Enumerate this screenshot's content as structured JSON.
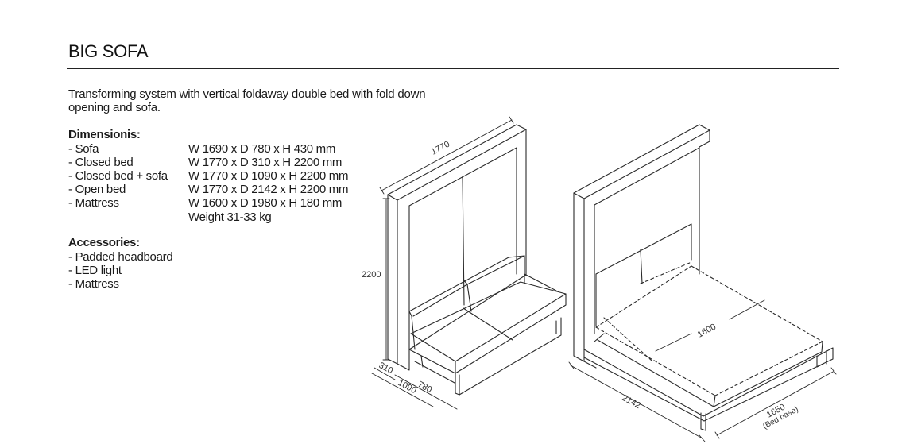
{
  "title": "BIG SOFA",
  "description": "Transforming system with vertical foldaway double bed with fold down opening and sofa.",
  "dimensions": {
    "heading": "Dimensionis:",
    "rows": [
      {
        "label": "- Sofa",
        "value": "W 1690 x D 780 x H 430 mm"
      },
      {
        "label": "- Closed bed",
        "value": "W 1770 x D 310 x H 2200 mm"
      },
      {
        "label": "- Closed bed + sofa",
        "value": "W 1770 x D 1090 x H 2200 mm"
      },
      {
        "label": "- Open bed",
        "value": "W 1770 x D 2142 x H 2200 mm"
      },
      {
        "label": "- Mattress",
        "value": "W 1600 x D 1980 x H 180 mm"
      }
    ],
    "weight": "Weight 31-33 kg"
  },
  "accessories": {
    "heading": "Accessories:",
    "items": [
      "- Padded headboard",
      "- LED light",
      "- Mattress"
    ]
  },
  "drawing_labels": {
    "width_top": "1770",
    "height": "2200",
    "depth_closed": "310",
    "depth_sofa": "1090",
    "sofa_depth": "780",
    "bed_length": "2142",
    "mattress_width": "1600",
    "bed_base": "1650",
    "bed_base_note": "(Bed base)"
  }
}
